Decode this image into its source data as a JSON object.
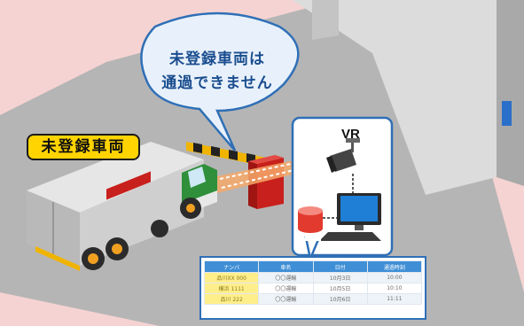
{
  "speech_bubble": {
    "line1": "未登録車両は",
    "line2": "通過できません"
  },
  "vehicle_label": "未登録車両",
  "system_label": "VR",
  "log_table": {
    "headers": [
      "ナンバ",
      "車名",
      "日付",
      "通過時刻"
    ],
    "rows": [
      [
        "品川XX 000",
        "〇〇運輸",
        "10月3日",
        "10:00"
      ],
      [
        "横浜 1111",
        "〇〇運輸",
        "10月5日",
        "10:10"
      ],
      [
        "品川 222",
        "〇〇運輸",
        "10月6日",
        "11:11"
      ]
    ]
  },
  "colors": {
    "background_pink": "#f4d3d2",
    "road_gray": "#b5b5b5",
    "bubble_fill": "#e8f1fb",
    "bubble_stroke": "#2f6fb6",
    "label_yellow": "#ffd400",
    "truck_cab_green": "#2f8f3a",
    "gate_red": "#c8201c",
    "camera_beam": "#f6a96a",
    "monitor_blue": "#1f7fd6"
  }
}
